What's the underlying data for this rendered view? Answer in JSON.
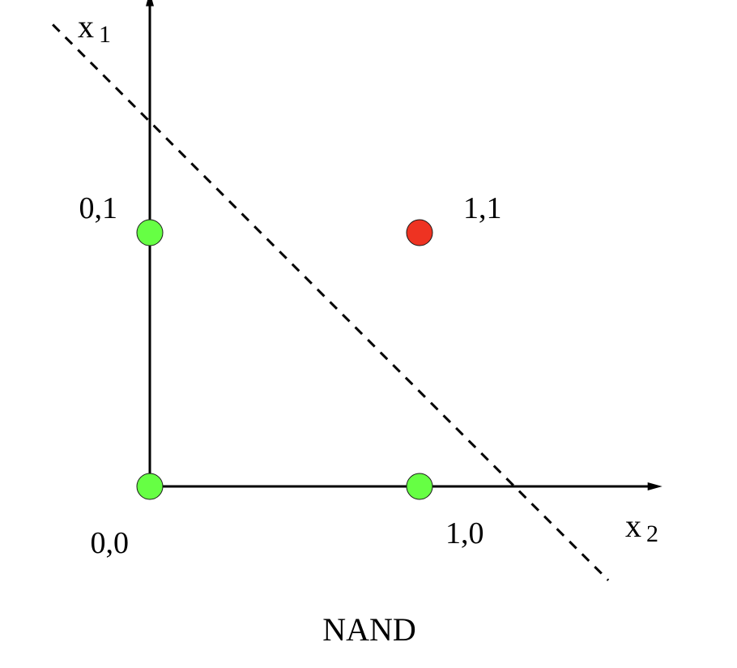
{
  "chart_data": {
    "type": "scatter",
    "title": "NAND",
    "xlabel": "x",
    "xlabel_sub": "2",
    "ylabel": "x",
    "ylabel_sub": "1",
    "xlim": [
      0,
      1.9
    ],
    "ylim": [
      0,
      1.95
    ],
    "grid": false,
    "legend": "none",
    "points": [
      {
        "x": 0,
        "y": 0,
        "label": "0,0",
        "color": "#66ff44"
      },
      {
        "x": 0,
        "y": 1,
        "label": "0,1",
        "color": "#66ff44"
      },
      {
        "x": 1,
        "y": 0,
        "label": "1,0",
        "color": "#66ff44"
      },
      {
        "x": 1,
        "y": 1,
        "label": "1,1",
        "color": "#ee3322"
      }
    ],
    "decision_boundary": {
      "style": "dashed",
      "start": [
        -0.36,
        1.82
      ],
      "end": [
        1.7,
        -0.37
      ]
    }
  }
}
